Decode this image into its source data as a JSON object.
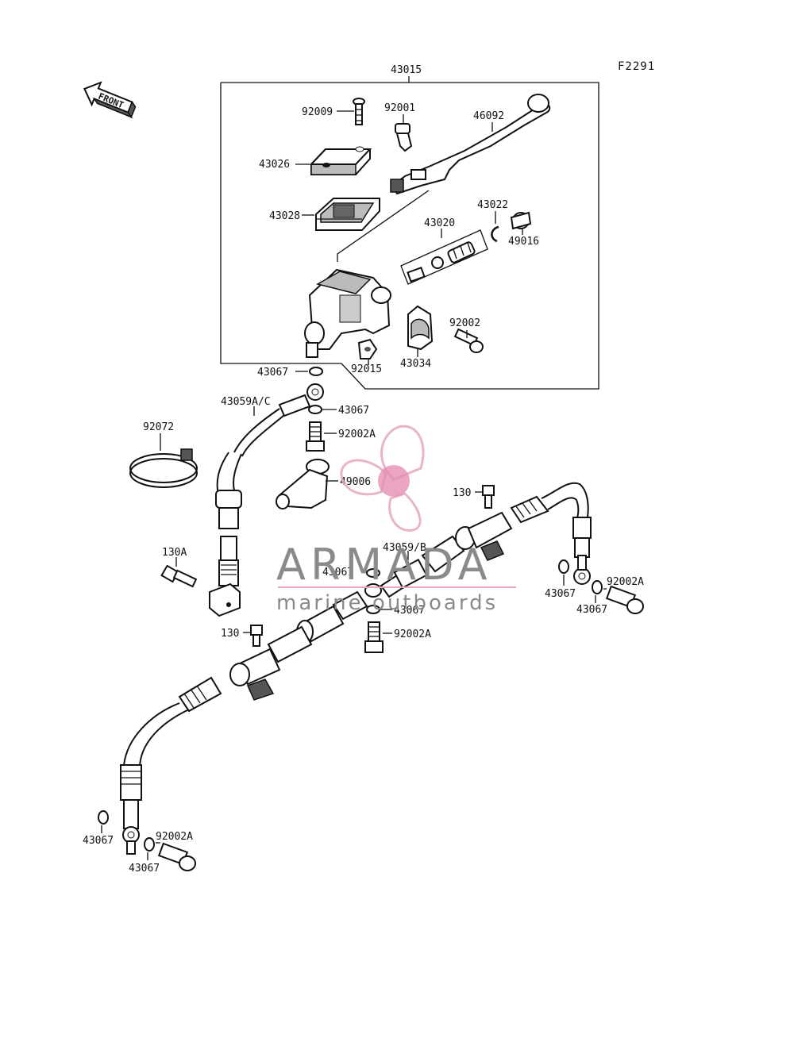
{
  "diagram": {
    "code": "F2291",
    "front_label": "FRONT",
    "labels": {
      "l43015": "43015",
      "l92009": "92009",
      "l92001": "92001",
      "l46092": "46092",
      "l43026": "43026",
      "l43028": "43028",
      "l43022": "43022",
      "l43020": "43020",
      "l49016": "49016",
      "l92002": "92002",
      "l43034": "43034",
      "l92015": "92015",
      "l43067_top": "43067",
      "l43059AC": "43059A/C",
      "l43067_b": "43067",
      "l92002A_b": "92002A",
      "l92072": "92072",
      "l49006": "49006",
      "l130_r": "130",
      "l130A": "130A",
      "l43059B": "43059/B",
      "l43067_m": "43067",
      "l43067_m2": "43067",
      "l92002A_m": "92002A",
      "l130_m": "130",
      "l43067_r1": "43067",
      "l43067_r2": "43067",
      "l92002A_r": "92002A",
      "l43067_bl1": "43067",
      "l43067_bl2": "43067",
      "l92002A_bl": "92002A"
    }
  },
  "watermark": {
    "brand": "ARMADA",
    "tagline": "marine outboards",
    "accent_color": "#e4a7bf",
    "accent_center_color": "#e07aa8",
    "text_color": "#8a8a8a"
  }
}
